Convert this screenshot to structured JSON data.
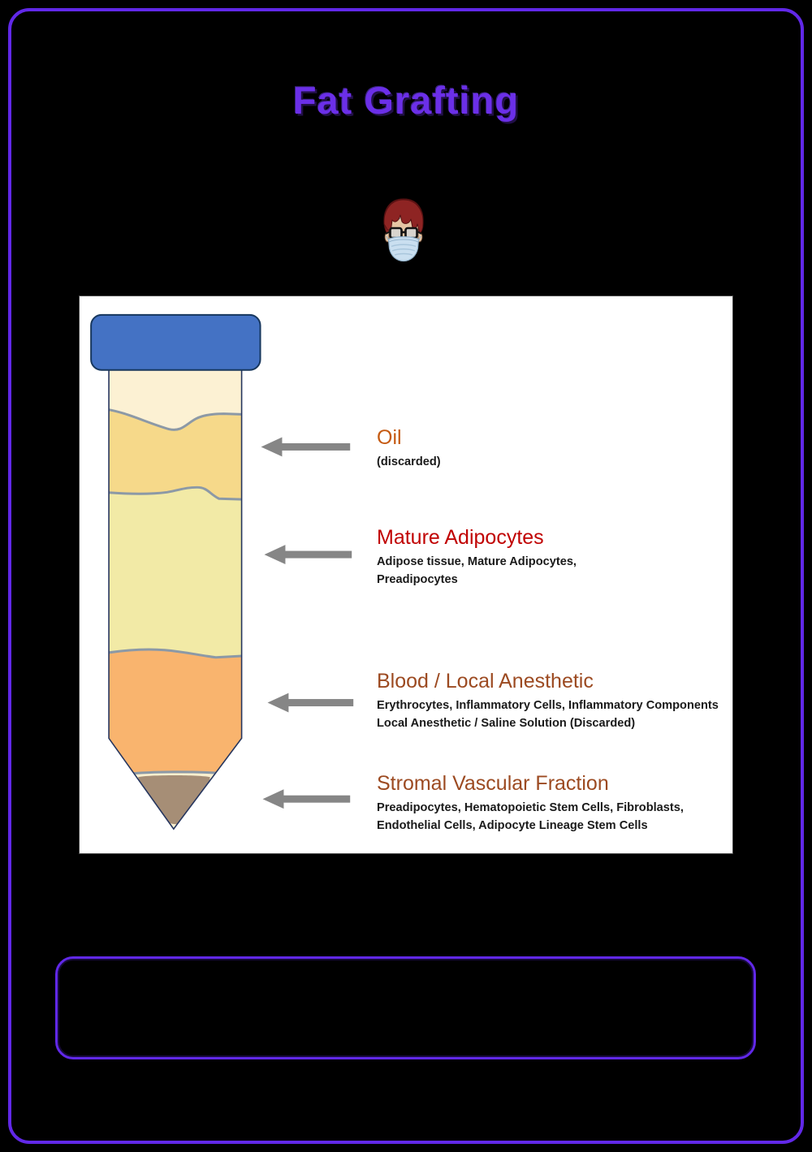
{
  "header": {
    "title": "Fat Grafting",
    "title_color": "#6B2FE8",
    "border_color": "#6128E8"
  },
  "icons": {
    "avatar": "surgeon-face-with-mask-and-glasses",
    "arrow": "left-pointing-arrow"
  },
  "tube": {
    "cap_color": "#4472C4",
    "cap_stroke": "#17375E",
    "outline_color": "#25355E",
    "boundary_color": "#8C99A6",
    "arrow_color": "#868686",
    "layer_colors": {
      "top": "#FCF1D3",
      "oil": "#F6D98A",
      "adipocytes": "#F2EAA6",
      "blood": "#F9B46E",
      "tip": "#FBF0CF",
      "svf": "#A68E76"
    }
  },
  "sections": [
    {
      "title": "Oil",
      "color": "#C55A11",
      "lines": [
        "(discarded)"
      ]
    },
    {
      "title": "Mature Adipocytes",
      "color": "#C00000",
      "lines": [
        "Adipose tissue, Mature Adipocytes,",
        "Preadipocytes"
      ]
    },
    {
      "title": "Blood / Local Anesthetic",
      "color": "#9C4A21",
      "lines": [
        "Erythrocytes, Inflammatory Cells, Inflammatory Components",
        "Local Anesthetic / Saline Solution (Discarded)"
      ]
    },
    {
      "title": "Stromal Vascular Fraction",
      "color": "#9C4A21",
      "lines": [
        "Preadipocytes, Hematopoietic Stem Cells, Fibroblasts,",
        "Endothelial Cells, Adipocyte Lineage Stem Cells"
      ]
    }
  ]
}
